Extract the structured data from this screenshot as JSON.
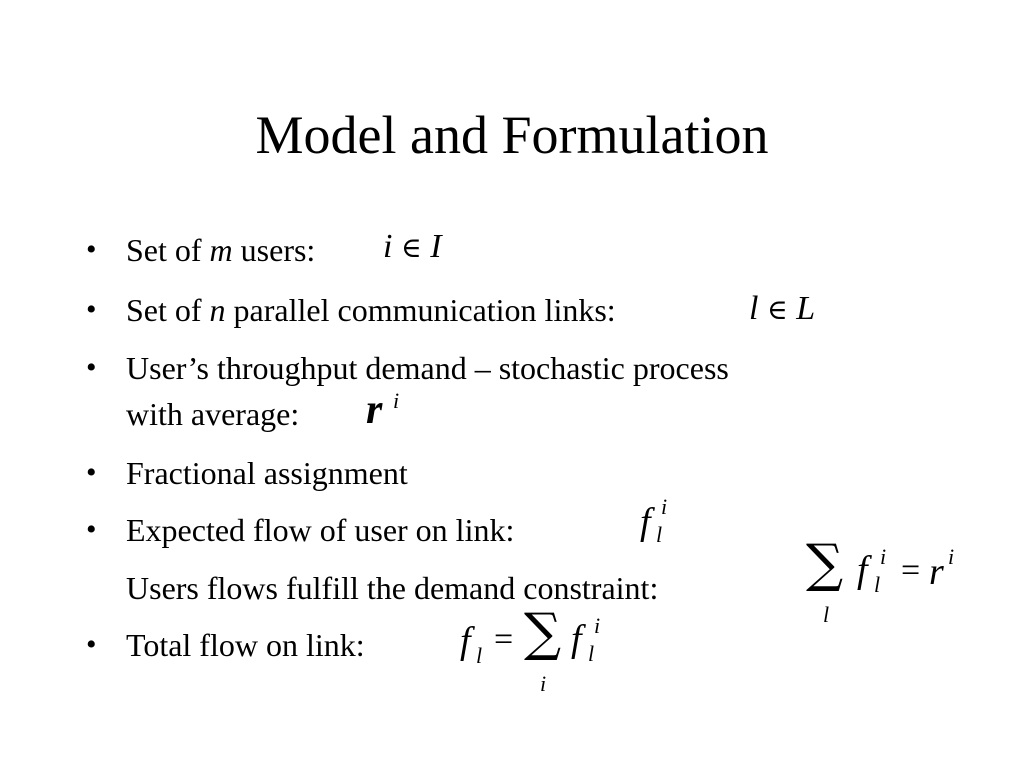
{
  "slide": {
    "title": "Model and Formulation",
    "bullet_glyph": "•",
    "items": [
      {
        "prefix": "Set of ",
        "var": "m",
        "suffix": " users:",
        "math": {
          "a": "i",
          "op": "∈",
          "b": "I"
        }
      },
      {
        "prefix": "Set of ",
        "var": "n",
        "suffix": " parallel communication links:",
        "math": {
          "a": "l",
          "op": "∈",
          "b": "L"
        }
      },
      {
        "line1": "User’s throughput demand – stochastic process",
        "line2": "with average:",
        "math": {
          "base": "r",
          "sup": "i"
        }
      },
      {
        "text": "Fractional assignment"
      },
      {
        "text": "Expected flow of user on link:",
        "math": {
          "base": "f",
          "sub": "l",
          "sup": "i"
        }
      },
      {
        "text": "Users flows fulfill the demand constraint:",
        "math": {
          "sum_index": "l",
          "base": "f",
          "sub": "l",
          "sup": "i",
          "eq": "=",
          "rhs_base": "r",
          "rhs_sup": "i"
        }
      },
      {
        "text": "Total flow on link:",
        "math": {
          "lhs_base": "f",
          "lhs_sub": "l",
          "eq": "=",
          "sum_index": "i",
          "base": "f",
          "sub": "l",
          "sup": "i"
        }
      }
    ]
  },
  "symbols": {
    "sigma": "∑"
  }
}
